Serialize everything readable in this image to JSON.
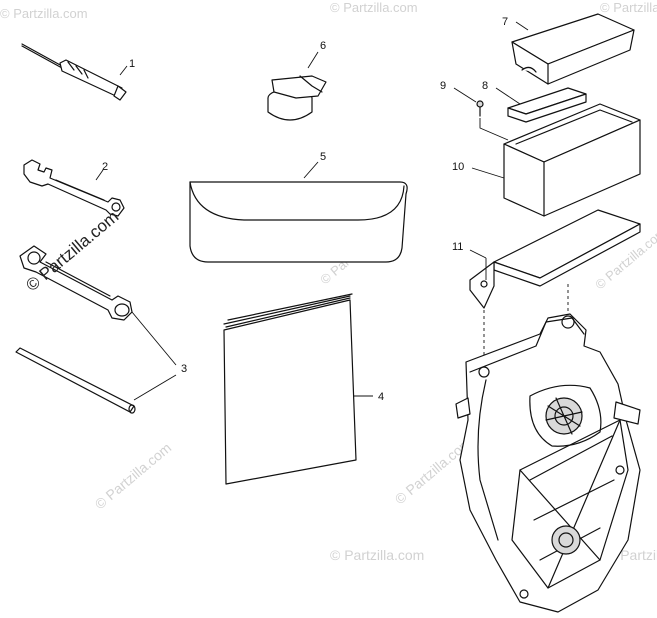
{
  "callouts": {
    "c1": "1",
    "c2": "2",
    "c3": "3",
    "c4": "4",
    "c5": "5",
    "c6": "6",
    "c7": "7",
    "c8": "8",
    "c9": "9",
    "c10": "10",
    "c11": "11"
  },
  "watermark": {
    "main": "© Partzilla.com",
    "faint": "© Partzilla.com"
  }
}
